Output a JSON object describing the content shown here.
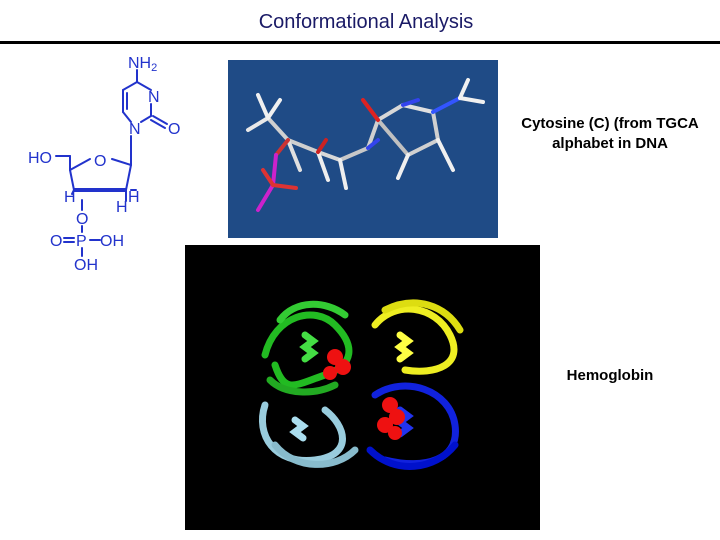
{
  "slide": {
    "title": "Conformational Analysis"
  },
  "structure": {
    "nh2": "NH",
    "nh2_sub": "2",
    "n_ring_top": "N",
    "n_ring_bottom": "N",
    "o_carbonyl": "O",
    "ho": "HO",
    "o_ring": "O",
    "h_left": "H",
    "h_right": "H",
    "h_right2": "H",
    "o_link": "O",
    "o_double": "O",
    "p": "P",
    "oh_right": "OH",
    "oh_bottom": "OH",
    "color": "#2233cc"
  },
  "captions": {
    "cytosine": "Cytosine (C) (from TGCA alphabet in DNA",
    "hemoglobin": "Hemoglobin"
  },
  "colors": {
    "title": "#1a1a66",
    "panel1_bg": "#1f4b86",
    "panel2_bg": "#000000"
  }
}
